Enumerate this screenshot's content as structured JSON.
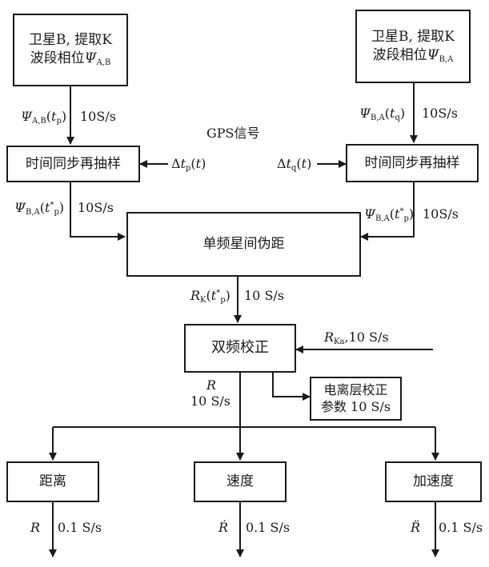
{
  "boxes": {
    "satA_line1": "卫星B, 提取K",
    "satA_line2": "波段相位",
    "satA_sym": "Ψ",
    "satA_sub": "A,B",
    "satB_line1": "卫星B, 提取K",
    "satB_line2": "波段相位",
    "satB_sym": "Ψ",
    "satB_sub": "B,A",
    "resampleL": "时间同步再抽样",
    "resampleR": "时间同步再抽样",
    "pseudorange": "单频星间伪距",
    "dualfreq": "双频校正",
    "iono_line1": "电离层校正",
    "iono_line2": "参数  10 S/s",
    "distance": "距离",
    "velocity": "速度",
    "acceleration": "加速度"
  },
  "labels": {
    "psiAB_sym": "Ψ",
    "psiAB_sub": "A,B",
    "psiAB_arg": "t",
    "psiAB_argsub": "p",
    "rate_topL": "10S/s",
    "psiBA_top_sym": "Ψ",
    "psiBA_top_sub": "B,A",
    "psiBA_top_arg": "t",
    "psiBA_top_argsub": "q",
    "rate_topR": "10S/s",
    "gps": "GPS信号",
    "dtp_delta": "Δ",
    "dtp_t": "t",
    "dtp_sub": "p",
    "dtp_arg": "t",
    "dtq_delta": "Δ",
    "dtq_t": "t",
    "dtq_sub": "q",
    "dtq_arg": "t",
    "psiL_sym": "Ψ",
    "psiL_sub": "B,A",
    "psiL_arg": "t",
    "psiL_sup": "*",
    "psiL_argsub": "p",
    "rate_midL": "10S/s",
    "psiR_sym": "Ψ",
    "psiR_sub": "B,A",
    "psiR_arg": "t",
    "psiR_sup": "*",
    "psiR_argsub": "p",
    "rate_midR": "10S/s",
    "rk_sym": "R",
    "rk_sub": "K",
    "rk_arg": "t",
    "rk_sup": "*",
    "rk_argsub": "p",
    "rate_rk": "10 S/s",
    "rka_sym": "R",
    "rka_sub": "Ka",
    "rka_rate": ",10 S/s",
    "r_sym": "R",
    "rate_r": "10 S/s",
    "out_R": "R",
    "out_R_rate": "0.1 S/s",
    "out_Rdot": "Ṙ",
    "out_Rdot_rate": "0.1 S/s",
    "out_Rddot": "R̈",
    "out_Rddot_rate": "0.1 S/s"
  }
}
